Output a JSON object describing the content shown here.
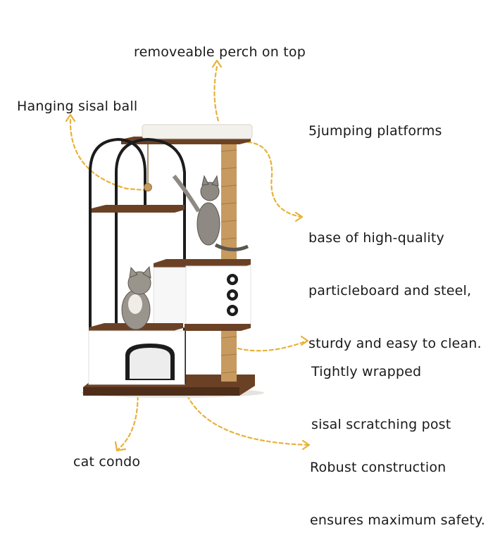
{
  "callouts": {
    "perch": "removeable perch on top",
    "sisal_ball": "Hanging sisal ball",
    "platforms": "5jumping platforms",
    "base_line1": "base of high-quality",
    "base_line2": "particleboard and steel,",
    "base_line3": "sturdy and easy to clean.",
    "post_line1": "Tightly wrapped",
    "post_line2": "sisal scratching post",
    "robust_line1": "Robust construction",
    "robust_line2": "ensures maximum safety.",
    "condo": "cat condo"
  },
  "colors": {
    "arrow": "#e8b23a",
    "wood": "#6b4126",
    "steel": "#1c1c1c",
    "panel": "#ffffff",
    "sisal": "#c79a5f",
    "plush": "#f3f1ec"
  }
}
